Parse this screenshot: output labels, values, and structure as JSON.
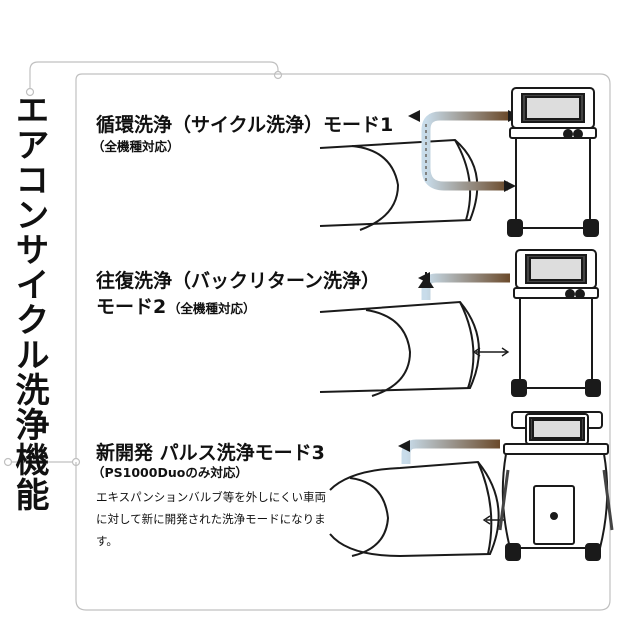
{
  "side_title": "エアコンサイクル洗浄機能",
  "modes": [
    {
      "title_line1": "循環洗浄（サイクル洗浄）モード1",
      "note": "（全機種対応）"
    },
    {
      "title_line1": "往復洗浄（バックリターン洗浄）",
      "title_line2": "モード2",
      "note": "（全機種対応）"
    },
    {
      "title_line1": "新開発 パルス洗浄モード3",
      "note": "（PS1000Duoのみ対応）",
      "description": "エキスパンションバルブ等を外しにくい車両に対して新に開発された洗浄モードになります。"
    }
  ],
  "colors": {
    "outline": "#1a1a1a",
    "flow_dark": "#7a5a3a",
    "flow_light": "#a8c8e0",
    "connector": "#bfbfbf"
  }
}
